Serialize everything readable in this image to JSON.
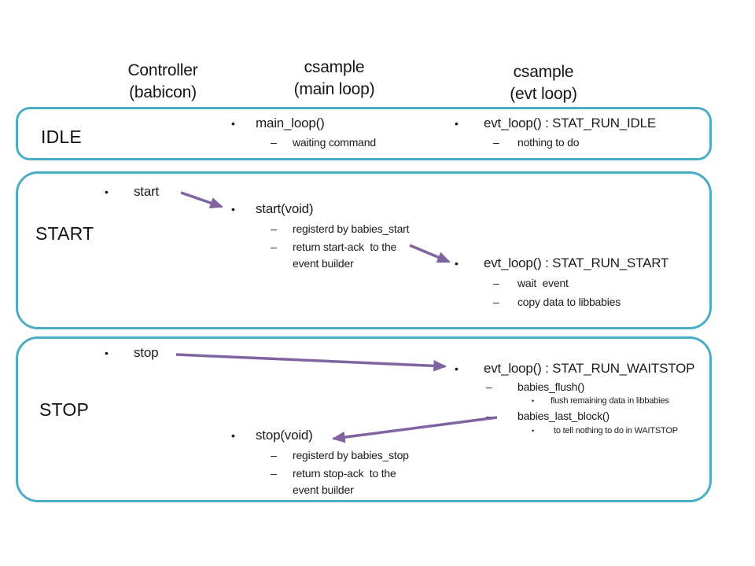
{
  "colors": {
    "box_border": "#4BACC6",
    "arrow": "#8064A2",
    "text": "#1b1b1b"
  },
  "columns": [
    {
      "title_line1": "Controller",
      "title_line2": "(babicon)"
    },
    {
      "title_line1": "csample",
      "title_line2": "(main loop)"
    },
    {
      "title_line1": "csample",
      "title_line2": "(evt loop)"
    }
  ],
  "states": {
    "idle": {
      "label": "IDLE",
      "main_loop": {
        "title": "main_loop()",
        "items": [
          "waiting command"
        ]
      },
      "evt_loop": {
        "title": "evt_loop() : STAT_RUN_IDLE",
        "items": [
          "nothing to do"
        ]
      }
    },
    "start": {
      "label": "START",
      "controller_command": "start",
      "main_loop": {
        "title": "start(void)",
        "items": [
          "registerd by babies_start",
          "return start-ack  to the\nevent builder"
        ]
      },
      "evt_loop": {
        "title": "evt_loop() : STAT_RUN_START",
        "items": [
          "wait  event",
          "copy data to libbabies"
        ]
      }
    },
    "stop": {
      "label": "STOP",
      "controller_command": "stop",
      "evt_loop": {
        "title": "evt_loop() : STAT_RUN_WAITSTOP",
        "entries": [
          {
            "label": "babies_flush()",
            "detail": "flush remaining data in libbabies"
          },
          {
            "label": "babies_last_block()",
            "detail": "to tell nothing to do in WAITSTOP"
          }
        ]
      },
      "main_loop": {
        "title": "stop(void)",
        "items": [
          "registerd by babies_stop",
          "return stop-ack  to the\nevent builder"
        ]
      }
    }
  }
}
